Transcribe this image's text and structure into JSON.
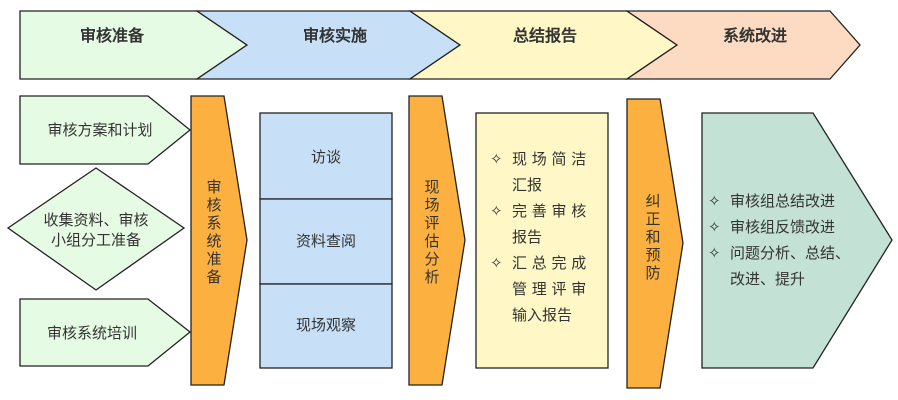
{
  "header": [
    "审核准备",
    "审核实施",
    "总结报告",
    "系统改进"
  ],
  "prep": {
    "items": [
      "审核方案和计划",
      "收集资料、审核",
      "小组分工准备",
      "审核系统培训"
    ],
    "arrow": [
      "审",
      "核",
      "系",
      "统",
      "准",
      "备"
    ]
  },
  "implement": {
    "cells": [
      "访谈",
      "资料查阅",
      "现场观察"
    ],
    "arrow": [
      "现",
      "场",
      "评",
      "估",
      "分",
      "析"
    ]
  },
  "report": {
    "bullet": "✧",
    "lines": [
      "现 场 简 洁",
      "汇报",
      "完 善 审 核",
      "报告",
      "汇 总 完 成",
      "管 理 评 审",
      "输入报告"
    ]
  },
  "prevent": {
    "arrow": [
      "纠",
      "正",
      "和",
      "预",
      "防"
    ]
  },
  "improve": {
    "lines": [
      "审核组总结改进",
      "审核组反馈改进",
      "问题分析、总结、",
      "改进、提升"
    ]
  },
  "colors": {
    "green": "#e6fbe3",
    "blue": "#c7e0f8",
    "yellow": "#fff8c6",
    "peach": "#fddbc2",
    "orange": "#fbb040",
    "teal": "#c4e1d5"
  }
}
